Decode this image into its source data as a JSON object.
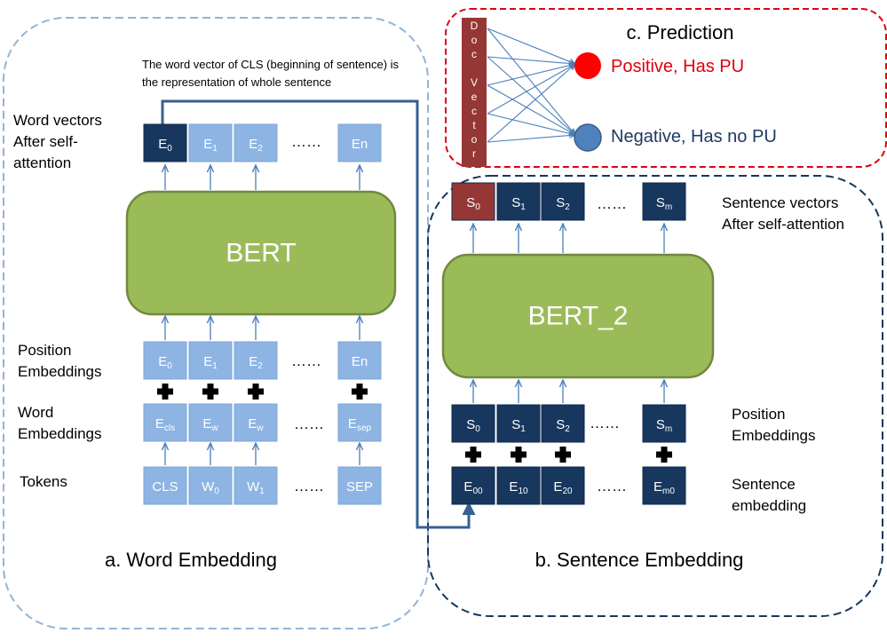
{
  "colors": {
    "light_box": "#8eb4e3",
    "dark_box": "#17375e",
    "bert_fill": "#9bbb59",
    "bert_stroke": "#71893f",
    "doc_vector": "#953735",
    "s0_box": "#953735",
    "positive_dot": "#ff0000",
    "negative_dot": "#4f81bd",
    "word_panel_border": "#95b3d7",
    "sentence_panel_border": "#17375e",
    "prediction_border": "#e0000e",
    "arrow": "#4a7ebb",
    "connector": "#376092"
  },
  "icons": [
    "plus-icon",
    "arrow-up-icon",
    "connector-arrow-icon"
  ],
  "word_panel": {
    "title": "a. Word Embedding",
    "note_line1": "The word vector of CLS (beginning of sentence) is",
    "note_line2": "the representation of whole sentence",
    "row_label_output": [
      "Word vectors",
      "After self-",
      "attention"
    ],
    "row_label_position": [
      "Position",
      "Embeddings"
    ],
    "row_label_word": [
      "Word",
      "Embeddings"
    ],
    "row_label_tokens": "Tokens",
    "bert_label": "BERT",
    "dots": "……",
    "output_row": [
      {
        "base": "E",
        "sub": "0"
      },
      {
        "base": "E",
        "sub": "1"
      },
      {
        "base": "E",
        "sub": "2"
      },
      {
        "base": "En",
        "sub": ""
      }
    ],
    "position_row": [
      {
        "base": "E",
        "sub": "0"
      },
      {
        "base": "E",
        "sub": "1"
      },
      {
        "base": "E",
        "sub": "2"
      },
      {
        "base": "En",
        "sub": ""
      }
    ],
    "word_row": [
      {
        "base": "E",
        "sub": "cls"
      },
      {
        "base": "E",
        "sub": "w"
      },
      {
        "base": "E",
        "sub": "w"
      },
      {
        "base": "E",
        "sub": "sep"
      }
    ],
    "token_row": [
      {
        "base": "CLS",
        "sub": ""
      },
      {
        "base": "W",
        "sub": "0"
      },
      {
        "base": "W",
        "sub": "1"
      },
      {
        "base": "SEP",
        "sub": ""
      }
    ]
  },
  "sentence_panel": {
    "title": "b. Sentence Embedding",
    "row_label_output": [
      "Sentence  vectors",
      "After self-attention"
    ],
    "row_label_position": [
      "Position",
      "Embeddings"
    ],
    "row_label_sentence": [
      "Sentence",
      "embedding"
    ],
    "bert_label": "BERT_2",
    "dots": "……",
    "output_row": [
      {
        "base": "S",
        "sub": "0"
      },
      {
        "base": "S",
        "sub": "1"
      },
      {
        "base": "S",
        "sub": "2"
      },
      {
        "base": "S",
        "sub": "m"
      }
    ],
    "position_row": [
      {
        "base": "S",
        "sub": "0"
      },
      {
        "base": "S",
        "sub": "1"
      },
      {
        "base": "S",
        "sub": "2"
      },
      {
        "base": "S",
        "sub": "m"
      }
    ],
    "sentence_row": [
      {
        "base": "E",
        "sub": "00"
      },
      {
        "base": "E",
        "sub": "10"
      },
      {
        "base": "E",
        "sub": "20"
      },
      {
        "base": "E",
        "sub": "m0"
      }
    ]
  },
  "prediction_panel": {
    "title": "c. Prediction",
    "doc_vector_letters": [
      "D",
      "o",
      "c",
      "",
      "V",
      "e",
      "c",
      "t",
      "o",
      "r"
    ],
    "positive_label": "Positive, Has PU",
    "negative_label": "Negative, Has no PU"
  }
}
